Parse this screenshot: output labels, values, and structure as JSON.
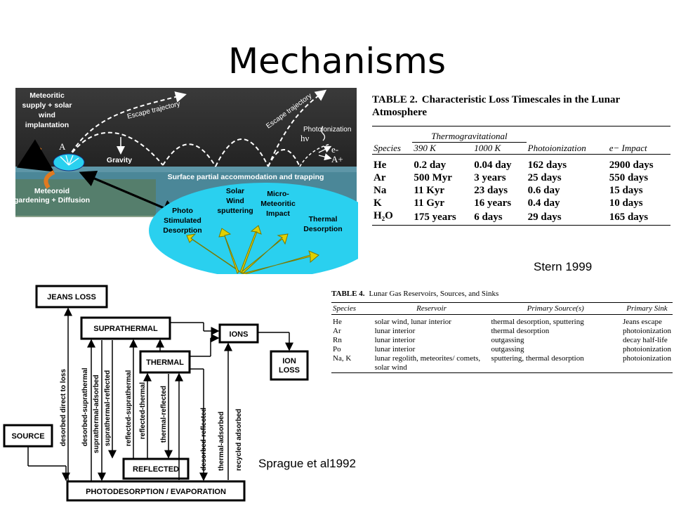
{
  "slide": {
    "title": "Mechanisms"
  },
  "diagram1": {
    "labels": {
      "meteoritic": [
        "Meteoritic",
        "supply + solar",
        "wind",
        "implantation"
      ],
      "escape1": "Escape trajectory",
      "escape2": "Escape trajectory",
      "photoionization": "Photoionization",
      "hv": "hν",
      "eminus": "e-",
      "aplus": "A+",
      "a": "A",
      "gravity": "Gravity",
      "surface": "Surface partial accommodation and trapping",
      "meteoroid": [
        "Meteoroid",
        "gardening + Diffusion"
      ],
      "photo": [
        "Photo",
        "Stimulated",
        "Desorption"
      ],
      "solarwind": [
        "Solar",
        "Wind",
        "sputtering"
      ],
      "micro": [
        "Micro-",
        "Meteoritic",
        "Impact"
      ],
      "thermal": [
        "Thermal",
        "Desorption"
      ]
    },
    "colors": {
      "sky": "#2a2a2a",
      "surface": "#4a8a9a",
      "ellipse": "#2ad0ef",
      "arrow": "#e0d000",
      "orange": "#e07a20"
    }
  },
  "table2": {
    "label": "TABLE 2.",
    "caption": "Characteristic Loss Timescales in the Lunar Atmosphere",
    "group_header": "Thermogravitational",
    "headers": [
      "Species",
      "390 K",
      "1000 K",
      "Photoionization",
      "e− Impact"
    ],
    "rows": [
      [
        "He",
        "0.2 day",
        "0.04 day",
        "162 days",
        "2900 days"
      ],
      [
        "Ar",
        "500 Myr",
        "3 years",
        "25 days",
        "550 days"
      ],
      [
        "Na",
        "11 Kyr",
        "23 days",
        "0.6 day",
        "15 days"
      ],
      [
        "K",
        "11 Gyr",
        "16 years",
        "0.4 day",
        "10 days"
      ],
      [
        "H₂O",
        "175 years",
        "6 days",
        "29 days",
        "165 days"
      ]
    ],
    "citation": "Stern 1999"
  },
  "table4": {
    "label": "TABLE 4.",
    "caption": "Lunar Gas Reservoirs, Sources, and Sinks",
    "headers": [
      "Species",
      "Reservoir",
      "Primary Source(s)",
      "Primary Sink"
    ],
    "rows": [
      [
        "He",
        "solar wind, lunar interior",
        "thermal desorption, sputtering",
        "Jeans escape"
      ],
      [
        "Ar",
        "lunar interior",
        "thermal desorption",
        "photoionization"
      ],
      [
        "Rn",
        "lunar interior",
        "outgassing",
        "decay half-life"
      ],
      [
        "Po",
        "lunar interior",
        "outgassing",
        "photoionization"
      ],
      [
        "Na, K",
        "lunar regolith, meteorites/ comets, solar wind",
        "sputtering, thermal desorption",
        "photoionization"
      ]
    ]
  },
  "flowchart": {
    "boxes": {
      "jeans": "JEANS LOSS",
      "suprathermal": "SUPRATHERMAL",
      "ions": "IONS",
      "ionloss": [
        "ION",
        "LOSS"
      ],
      "thermal": "THERMAL",
      "source": "SOURCE",
      "reflected": "REFLECTED",
      "photo": "PHOTODESORPTION  /  EVAPORATION"
    },
    "vertical_labels": [
      "desorbed direct to loss",
      "desorbed-suprathermal",
      "suprathermal-adsorbed",
      "suprathermal-reflected",
      "reflected-suprathermal",
      "reflected-thermal",
      "thermal-reflected",
      "desorbed-reflected",
      "thermal-adsorbed",
      "recycled adsorbed"
    ],
    "citation": "Sprague et al1992"
  }
}
